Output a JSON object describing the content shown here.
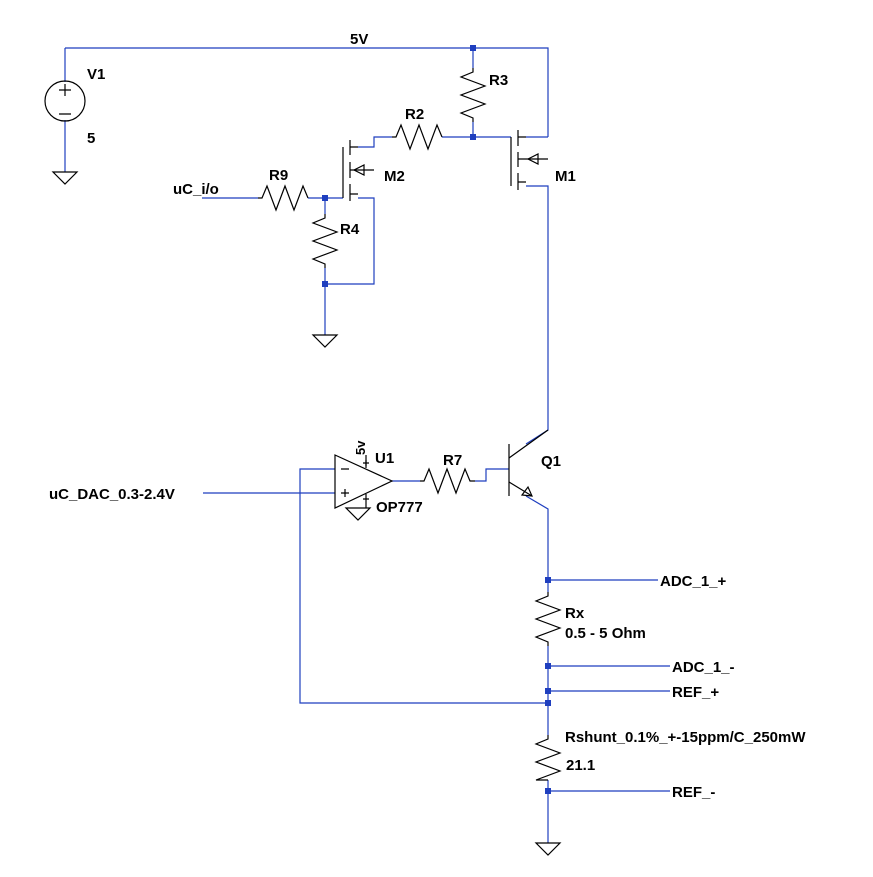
{
  "nets": {
    "supply": "5V",
    "uc_io": "uC_i/o",
    "uc_dac": "uC_DAC_0.3-2.4V",
    "adc_p": "ADC_1_+",
    "adc_n": "ADC_1_-",
    "ref_p": "REF_+",
    "ref_n": "REF_-"
  },
  "components": {
    "v1": {
      "name": "V1",
      "value": "5"
    },
    "r2": {
      "name": "R2"
    },
    "r3": {
      "name": "R3"
    },
    "r4": {
      "name": "R4"
    },
    "r7": {
      "name": "R7"
    },
    "r9": {
      "name": "R9"
    },
    "m1": {
      "name": "M1"
    },
    "m2": {
      "name": "M2"
    },
    "q1": {
      "name": "Q1"
    },
    "u1": {
      "name": "U1",
      "model": "OP777",
      "supply_label": "5v"
    },
    "rx": {
      "name": "Rx",
      "value": "0.5 - 5 Ohm"
    },
    "rshunt": {
      "name": "Rshunt_0.1%_+-15ppm/C_250mW",
      "value": "21.1"
    }
  },
  "colors": {
    "wire": "#1f3fbf",
    "component": "#000000",
    "background": "#ffffff"
  }
}
